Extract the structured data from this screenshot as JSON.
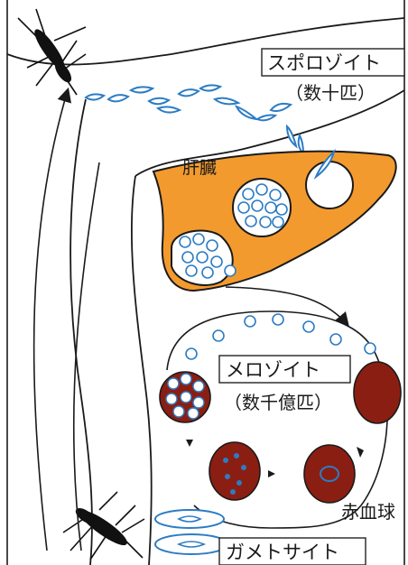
{
  "labels": {
    "sporozoite": "スポロゾイト",
    "sporozoite_count": "（数十匹）",
    "liver": "肝臓",
    "merozoite": "メロゾイト",
    "merozoite_count": "（数千億匹）",
    "red_blood_cell": "赤血球",
    "gametocyte": "ガメトサイト"
  },
  "colors": {
    "liver": "#f39a2e",
    "red_blood_cell": "#8b1e12",
    "parasite": "#2c7cc4",
    "outline": "#1a1a1a"
  },
  "icons": [
    "mosquito-icon",
    "mosquito-icon"
  ]
}
